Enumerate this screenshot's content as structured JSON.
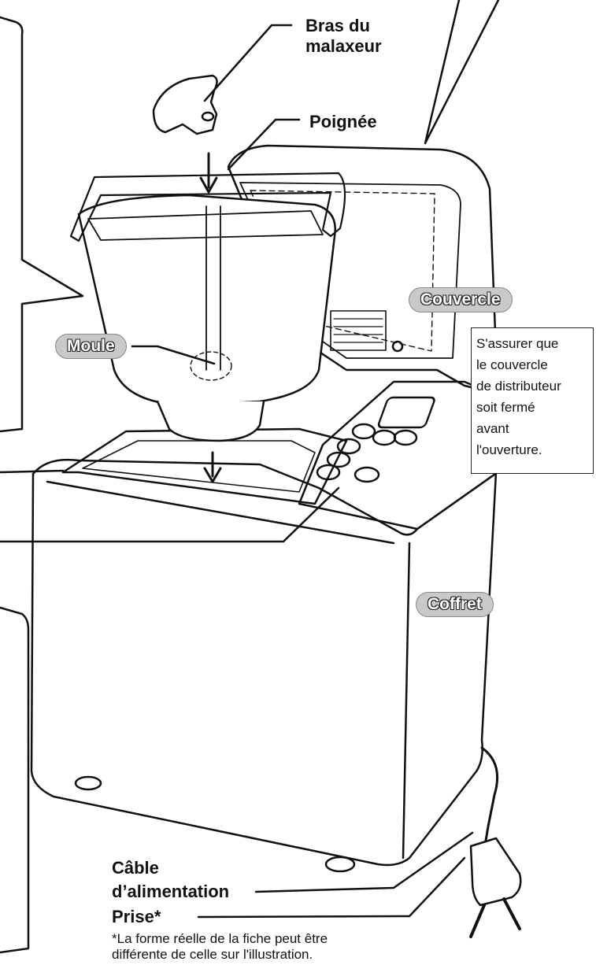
{
  "labels": {
    "mixer_arm_line1": "Bras du",
    "mixer_arm_line2": "malaxeur",
    "handle": "Poignée",
    "lid": "Couvercle",
    "pan": "Moule",
    "body": "Coffret",
    "power_cord_line1": "Câble",
    "power_cord_line2": "d’alimentation",
    "plug": "Prise*"
  },
  "note": {
    "lines": [
      "S'assurer que",
      "le couvercle",
      "de distributeur",
      "soit fermé",
      "avant",
      "l'ouverture."
    ]
  },
  "footnote": {
    "line1": "*La forme réelle de la fiche peut être",
    "line2": "différente de celle sur l'illustration."
  },
  "colors": {
    "ink": "#111111",
    "pill_fill": "#c9c9c9",
    "background": "#ffffff"
  }
}
